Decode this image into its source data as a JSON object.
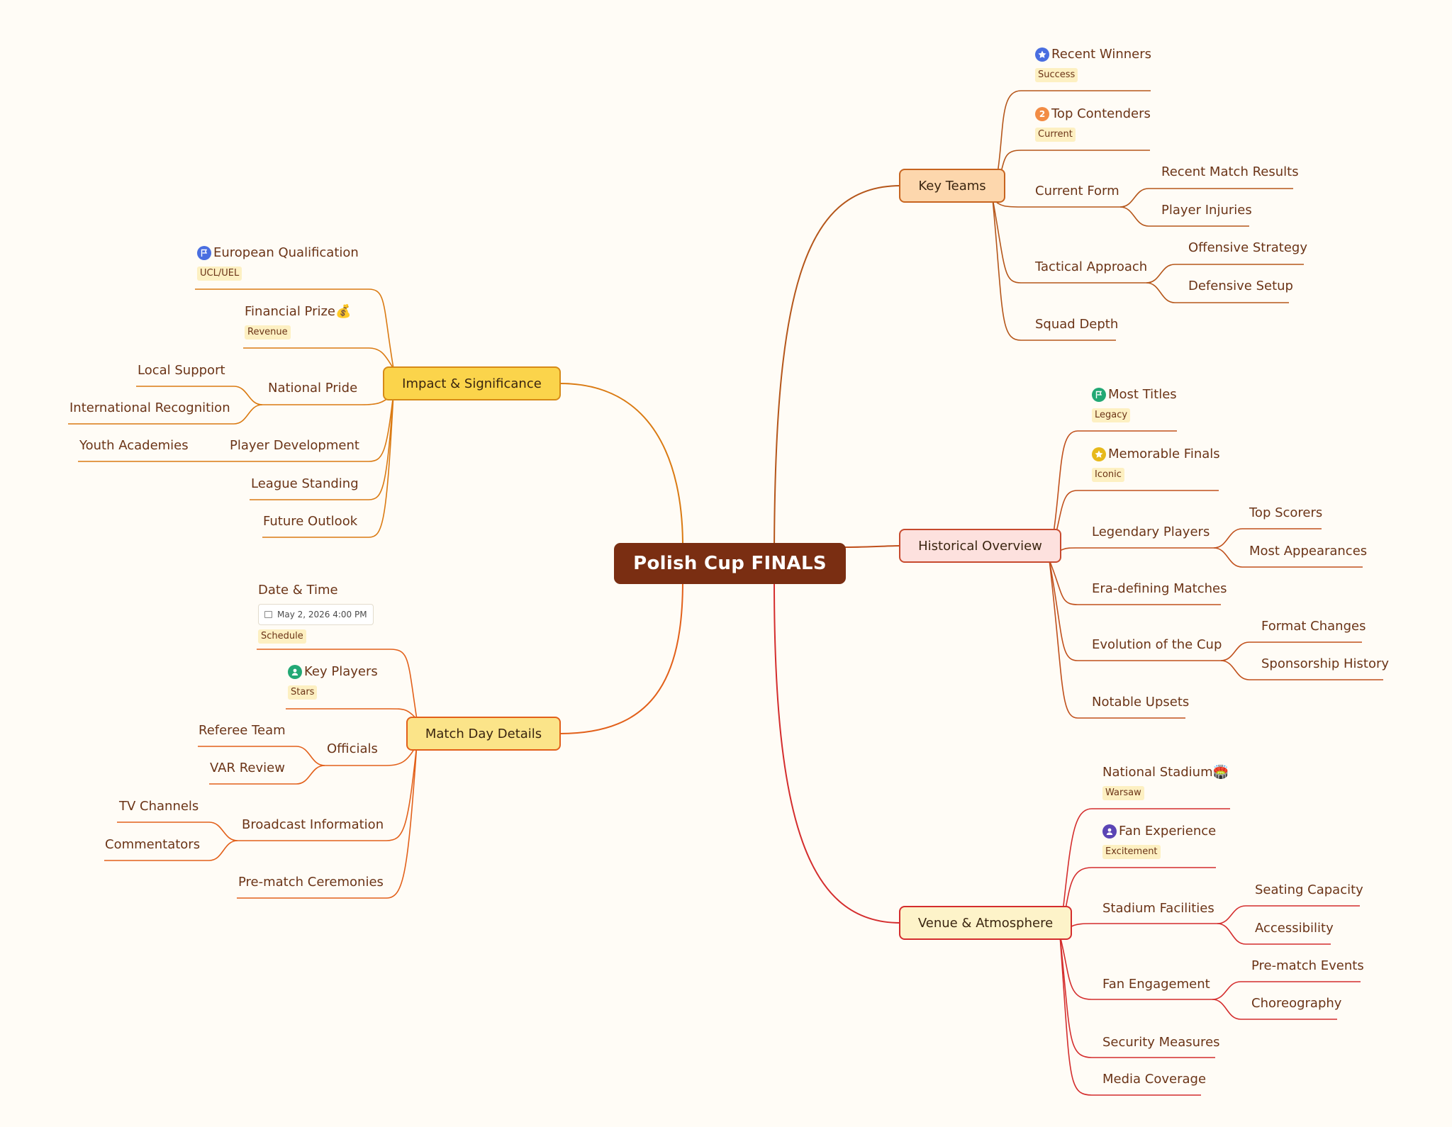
{
  "title": "Polish Cup FINALS",
  "branches": {
    "key_teams": {
      "label": "Key Teams",
      "recent_winners": "Recent Winners",
      "recent_winners_tag": "Success",
      "top_contenders": "Top Contenders",
      "top_contenders_badge": "2",
      "top_contenders_tag": "Current",
      "current_form": "Current Form",
      "recent_match_results": "Recent Match Results",
      "player_injuries": "Player Injuries",
      "tactical_approach": "Tactical Approach",
      "offensive_strategy": "Offensive Strategy",
      "defensive_setup": "Defensive Setup",
      "squad_depth": "Squad Depth"
    },
    "historical": {
      "label": "Historical Overview",
      "most_titles": "Most Titles",
      "most_titles_tag": "Legacy",
      "memorable_finals": "Memorable Finals",
      "memorable_finals_tag": "Iconic",
      "legendary_players": "Legendary Players",
      "top_scorers": "Top Scorers",
      "most_appearances": "Most Appearances",
      "era_defining": "Era-defining Matches",
      "evolution": "Evolution of the Cup",
      "format_changes": "Format Changes",
      "sponsorship_history": "Sponsorship History",
      "notable_upsets": "Notable Upsets"
    },
    "venue": {
      "label": "Venue & Atmosphere",
      "national_stadium": "National Stadium🏟️",
      "national_stadium_tag": "Warsaw",
      "fan_experience": "Fan Experience",
      "fan_experience_tag": "Excitement",
      "stadium_facilities": "Stadium Facilities",
      "seating_capacity": "Seating Capacity",
      "accessibility": "Accessibility",
      "fan_engagement": "Fan Engagement",
      "prematch_events": "Pre-match Events",
      "choreography": "Choreography",
      "security_measures": "Security Measures",
      "media_coverage": "Media Coverage"
    },
    "impact": {
      "label": "Impact & Significance",
      "european_qualification": "European Qualification",
      "european_qualification_tag": "UCL/UEL",
      "financial_prize": "Financial Prize💰",
      "financial_prize_tag": "Revenue",
      "national_pride": "National Pride",
      "local_support": "Local Support",
      "international_recognition": "International Recognition",
      "player_development": "Player Development",
      "youth_academies": "Youth Academies",
      "league_standing": "League Standing",
      "future_outlook": "Future Outlook"
    },
    "match_day": {
      "label": "Match Day Details",
      "date_time": "Date & Time",
      "date_value": "May 2, 2026 4:00 PM",
      "date_time_tag": "Schedule",
      "key_players": "Key Players",
      "key_players_tag": "Stars",
      "officials": "Officials",
      "referee_team": "Referee Team",
      "var_review": "VAR Review",
      "broadcast": "Broadcast Information",
      "tv_channels": "TV Channels",
      "commentators": "Commentators",
      "prematch_ceremonies": "Pre-match Ceremonies"
    }
  },
  "colors": {
    "root": "#7a2e12",
    "key_teams_line": "#b5561a",
    "historical_line": "#c0501c",
    "venue_line": "#d42d2d",
    "impact_line": "#da7a12",
    "match_day_line": "#e2601a",
    "icon_blue": "#4a6ee0",
    "icon_orange": "#f28c45",
    "icon_green": "#22a874",
    "icon_yellow": "#e7b91b",
    "icon_purple": "#5b45b5"
  }
}
